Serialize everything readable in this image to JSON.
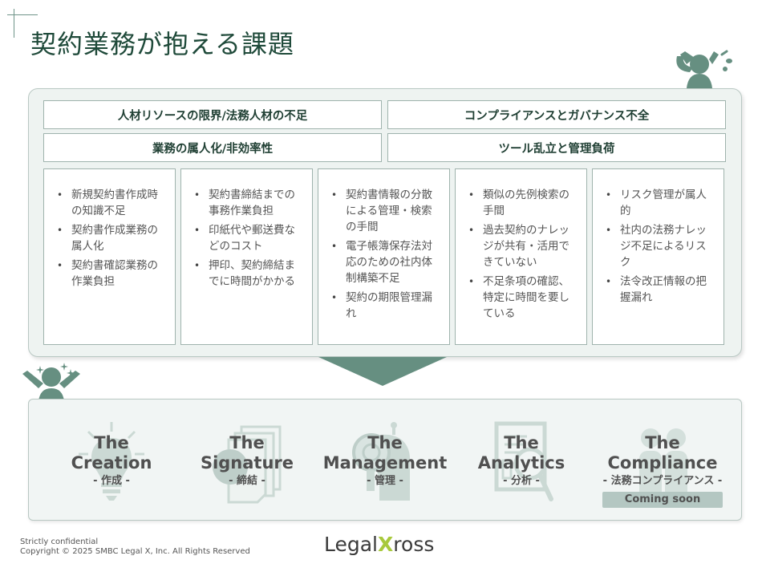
{
  "page": {
    "title": "契約業務が抱える課題"
  },
  "categories": [
    {
      "label": "人材リソースの限界/法務人材の不足"
    },
    {
      "label": "コンプライアンスとガバナンス不全"
    },
    {
      "label": "業務の属人化/非効率性"
    },
    {
      "label": "ツール乱立と管理負荷"
    }
  ],
  "issues": [
    {
      "items": [
        "新規契約書作成時の知識不足",
        "契約書作成業務の属人化",
        "契約書確認業務の作業負担"
      ]
    },
    {
      "items": [
        "契約書締結までの事務作業負担",
        "印紙代や郵送費などのコスト",
        "押印、契約締結までに時間がかかる"
      ]
    },
    {
      "items": [
        "契約書情報の分散による管理・検索の手間",
        "電子帳簿保存法対応のための社内体制構築不足",
        "契約の期限管理漏れ"
      ]
    },
    {
      "items": [
        "類似の先例検索の手間",
        "過去契約のナレッジが共有・活用できていない",
        "不足条項の確認、特定に時間を要している"
      ]
    },
    {
      "items": [
        "リスク管理が属人的",
        "社内の法務ナレッジ不足によるリスク",
        "法令改正情報の把握漏れ"
      ]
    }
  ],
  "bullet": "•",
  "products": [
    {
      "the": "The",
      "name": "Creation",
      "sub": "- 作成 -",
      "icon": "lightbulb-icon"
    },
    {
      "the": "The",
      "name": "Signature",
      "sub": "- 締結 -",
      "icon": "documents-stamp-icon"
    },
    {
      "the": "The",
      "name": "Management",
      "sub": "- 管理 -",
      "icon": "robot-magnifier-icon"
    },
    {
      "the": "The",
      "name": "Analytics",
      "sub": "- 分析 -",
      "icon": "document-search-icon"
    },
    {
      "the": "The",
      "name": "Compliance",
      "sub": "- 法務コンプライアンス -",
      "icon": "people-icon",
      "badge": "Coming soon"
    }
  ],
  "footer": {
    "confidential": "Strictly confidential",
    "copyright": "Copyright © 2025  SMBC Legal X, Inc. All Rights Reserved"
  },
  "logo": {
    "pre": "Legal",
    "x": "X",
    "post": "ross"
  },
  "colors": {
    "accent": "#668f81",
    "title": "#1f4a3a",
    "logo_x": "#a8c93c"
  }
}
